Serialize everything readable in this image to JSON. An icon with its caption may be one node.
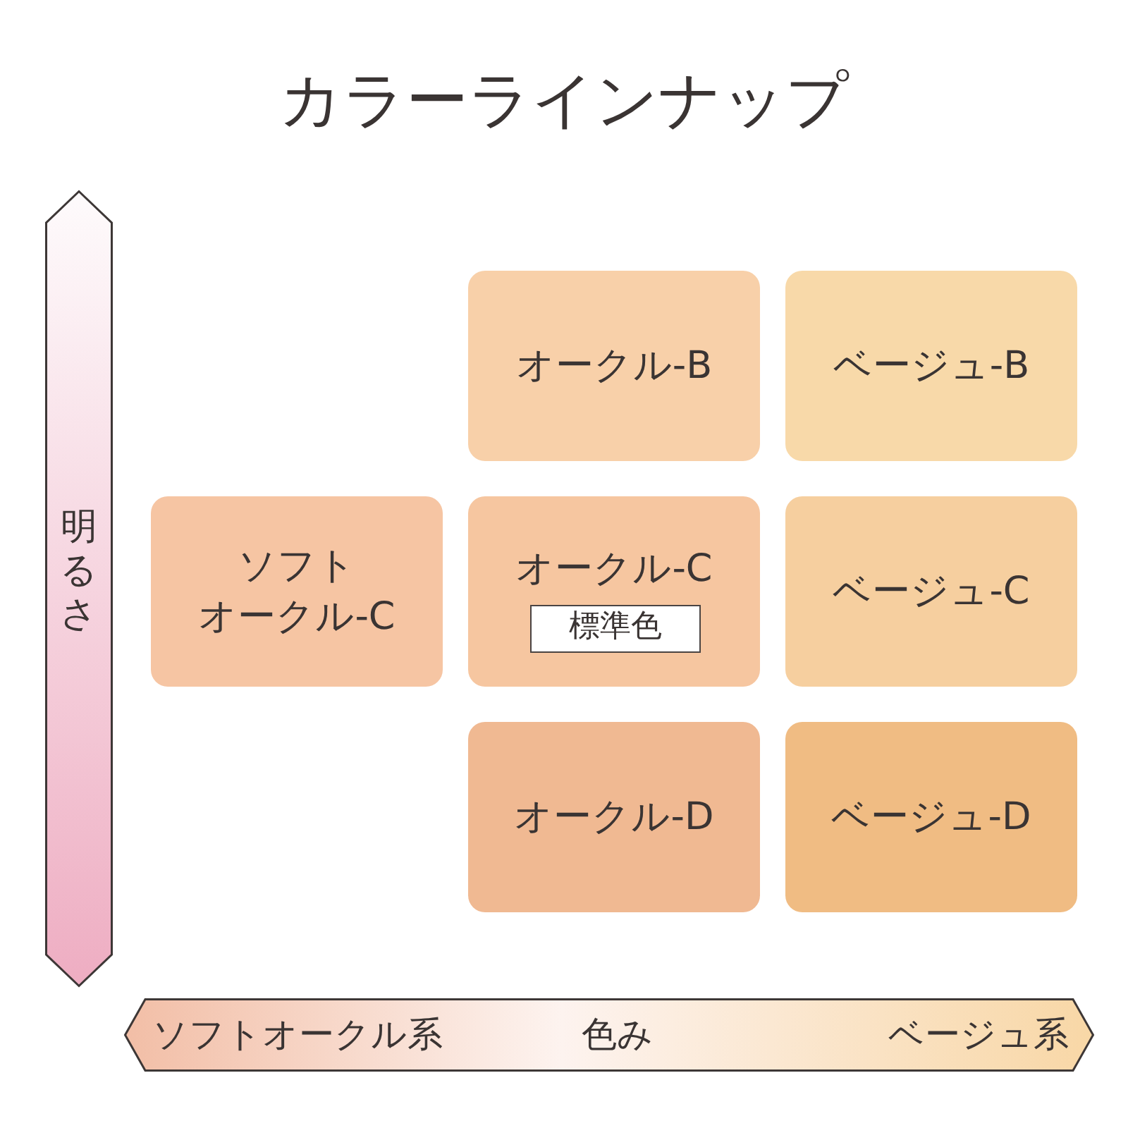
{
  "diagram": {
    "title": "カラーラインナップ",
    "nodes": [
      {
        "text": [
          "明るさ"
        ]
      },
      {
        "text": [
          "オークル-B"
        ]
      },
      {
        "text": [
          "ベージュ-B"
        ]
      },
      {
        "text": [
          "ソフトオークル-C"
        ]
      },
      {
        "text": [
          "オークル-C"
        ]
      },
      {
        "text": [
          "標準色"
        ],
        "in": 4
      },
      {
        "text": [
          "ベージュ-C"
        ]
      },
      {
        "text": [
          "オークル-D"
        ]
      },
      {
        "text": [
          "ベージュ-D"
        ]
      },
      {
        "text": [
          "ソフトオークル系",
          "色み",
          "ベージュ系"
        ]
      }
    ]
  }
}
